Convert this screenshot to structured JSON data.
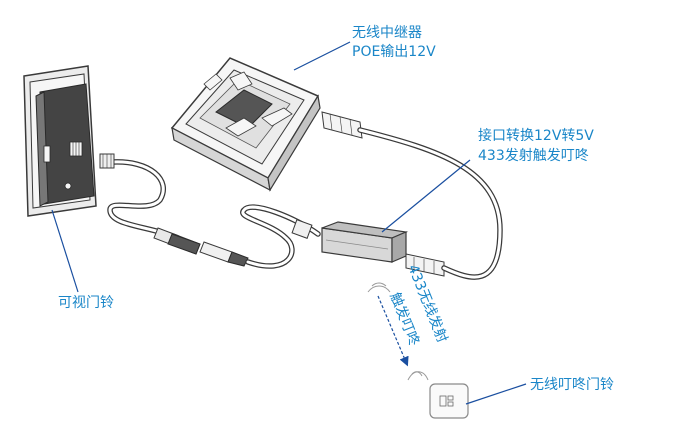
{
  "labels": {
    "repeater_line1": "无线中继器",
    "repeater_line2": "POE输出12V",
    "converter_line1": "接口转换12V转5V",
    "converter_line2": "433发射触发叮咚",
    "video_doorbell": "可视门铃",
    "wireless_line1": "433无线发射",
    "wireless_line2": "触发叮咚",
    "chime": "无线叮咚门铃"
  },
  "colors": {
    "label": "#1a86c8",
    "outline": "#3a3a3a",
    "device_fill": "#f4f4f4",
    "device_shade": "#d6d6d6",
    "leader_line": "#1a4fa0"
  }
}
